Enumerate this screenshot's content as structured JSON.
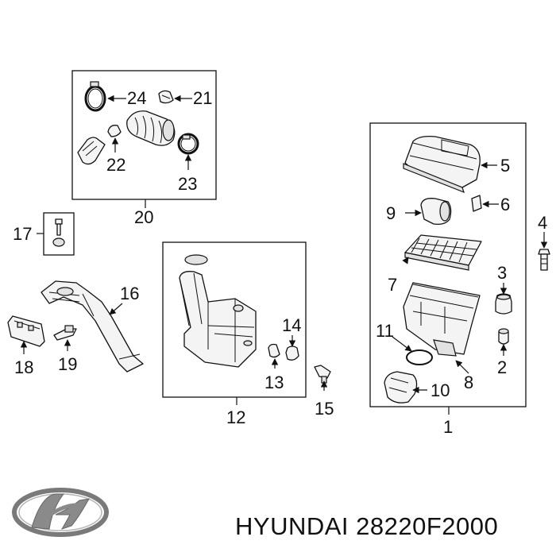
{
  "diagram": {
    "group_labels": {
      "g20": "20",
      "g12": "12",
      "g1": "1"
    },
    "callouts": {
      "c24": "24",
      "c21": "21",
      "c22": "22",
      "c23": "23",
      "c5": "5",
      "c9": "9",
      "c6": "6",
      "c4": "4",
      "c17": "17",
      "c16": "16",
      "c7": "7",
      "c3": "3",
      "c14": "14",
      "c11": "11",
      "c2": "2",
      "c18": "18",
      "c19": "19",
      "c13": "13",
      "c8": "8",
      "c15": "15",
      "c10": "10"
    }
  },
  "footer": {
    "caption": "HYUNDAI 28220F2000",
    "logo_icon": "hyundai-logo-icon"
  }
}
